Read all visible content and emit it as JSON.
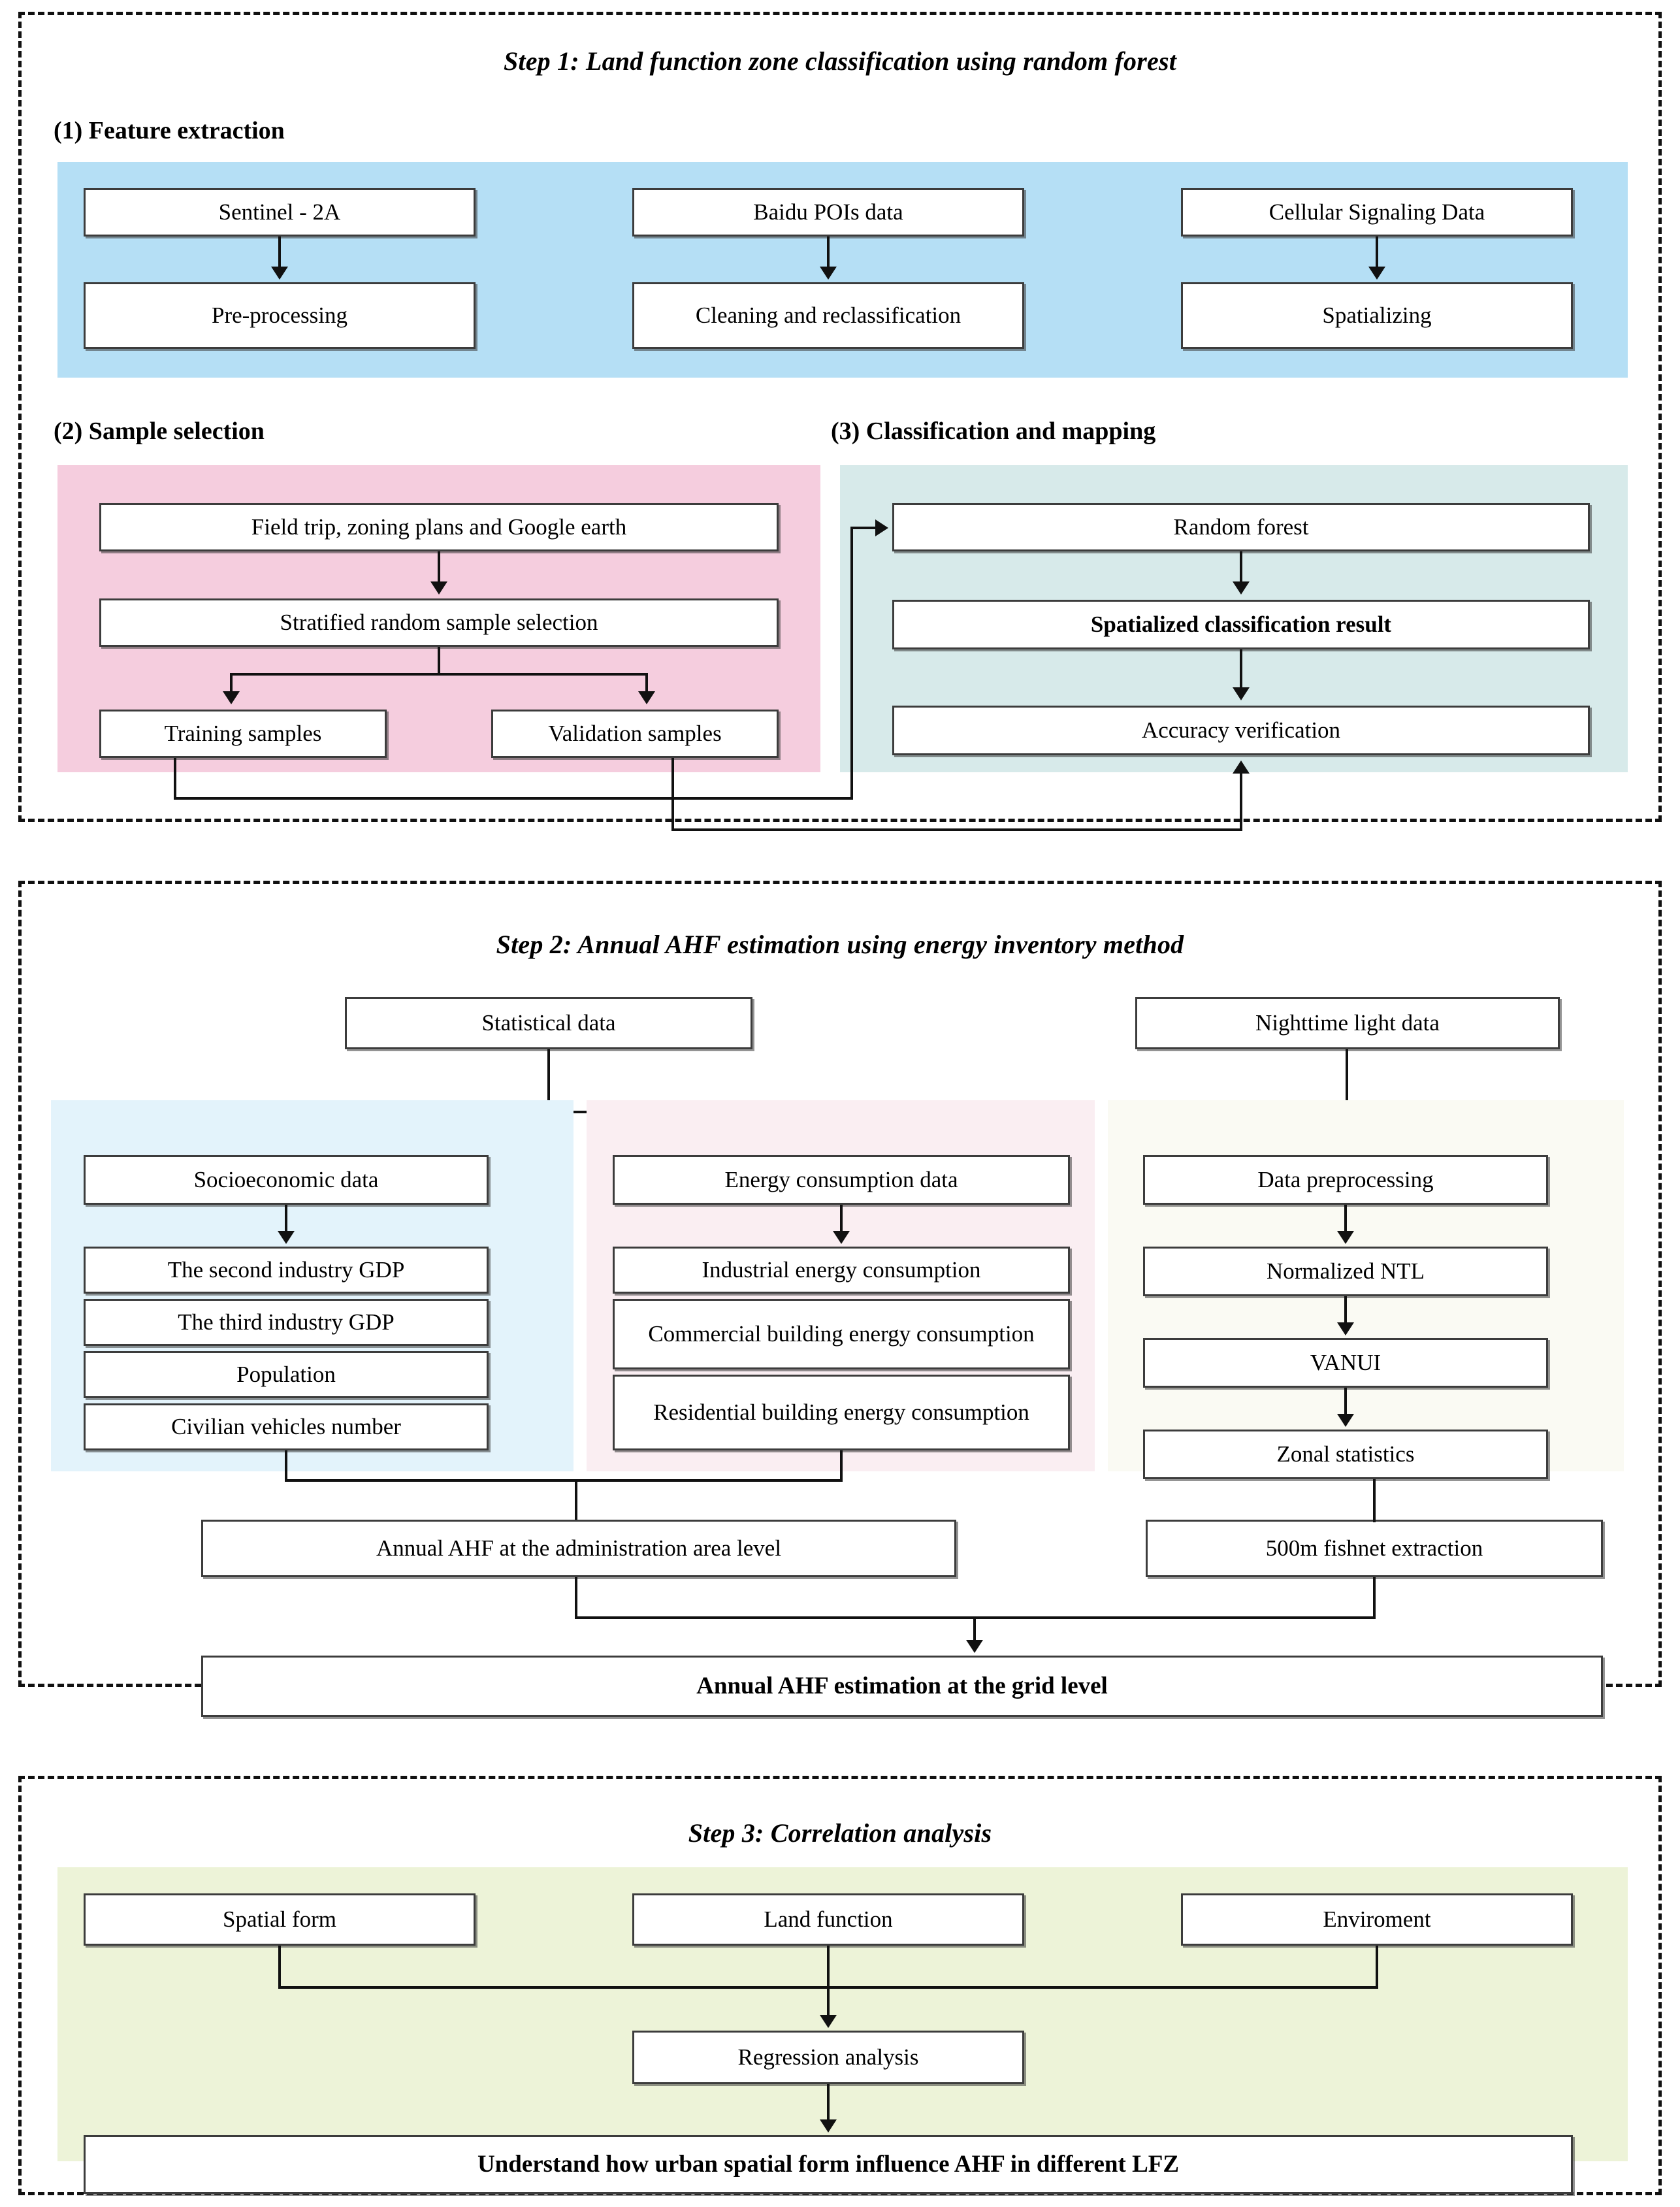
{
  "colors": {
    "feature_panel": "#b5dff5",
    "sample_panel": "#f5cdde",
    "classification_panel": "#d7eaea",
    "socioeconomic_panel": "#e3f3fb",
    "energy_panel": "#faeef2",
    "ntl_panel": "#fafaf3",
    "correlation_panel": "#edf3d8",
    "box_border": "#3c3c3c",
    "line": "#111111"
  },
  "step1": {
    "title": "Step 1: Land function zone classification using random forest",
    "sections": {
      "feature_extraction": "(1) Feature extraction",
      "sample_selection": "(2) Sample selection",
      "classification_mapping": "(3) Classification and mapping"
    },
    "feature_extraction": {
      "col1_top": "Sentinel - 2A",
      "col1_bottom": "Pre-processing",
      "col2_top": "Baidu POIs data",
      "col2_bottom": "Cleaning and reclassification",
      "col3_top": "Cellular Signaling Data",
      "col3_bottom": "Spatializing"
    },
    "sample_selection": {
      "source": "Field trip, zoning plans and Google earth",
      "selection": "Stratified random sample selection",
      "training": "Training samples",
      "validation": "Validation samples"
    },
    "classification_mapping": {
      "model": "Random forest",
      "result": "Spatialized classification result",
      "verification": "Accuracy verification"
    }
  },
  "step2": {
    "title": "Step 2: Annual AHF estimation using energy inventory method",
    "statistical_data": "Statistical data",
    "nighttime_light_data": "Nighttime light data",
    "socioeconomic": {
      "header": "Socioeconomic data",
      "items": [
        "The second industry GDP",
        "The third industry GDP",
        "Population",
        "Civilian vehicles number"
      ]
    },
    "energy": {
      "header": "Energy consumption data",
      "items": [
        "Industrial  energy consumption",
        "Commercial building energy consumption",
        "Residential building energy consumption"
      ]
    },
    "ntl": {
      "items": [
        "Data preprocessing",
        "Normalized NTL",
        "VANUI",
        "Zonal statistics"
      ]
    },
    "admin_level": "Annual AHF at the administration area level",
    "fishnet": "500m fishnet extraction",
    "grid_level": "Annual AHF estimation at the grid level"
  },
  "step3": {
    "title": "Step 3: Correlation analysis",
    "inputs": [
      "Spatial form",
      "Land function",
      "Enviroment"
    ],
    "regression": "Regression analysis",
    "conclusion": "Understand how urban spatial form influence AHF in different LFZ"
  }
}
